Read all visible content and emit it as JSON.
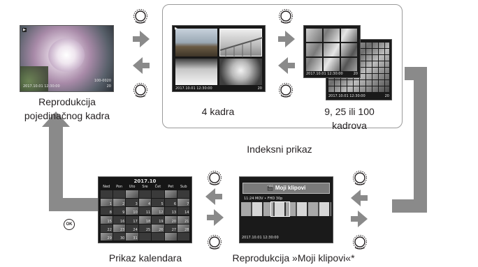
{
  "labels": {
    "single_line1": "Reprodukcija",
    "single_line2": "pojedinačnog kadra",
    "four": "4 kadra",
    "multi_line1": "9, 25 ili 100",
    "multi_line2": "kadrova",
    "index": "Indeksni prikaz",
    "calendar": "Prikaz kalendara",
    "myclips": "Reprodukcija »Moji klipovi«*"
  },
  "screens": {
    "single": {
      "datetime": "2017.10.01 12:30:00",
      "counter": "20",
      "file_info": "100-0020"
    },
    "four": {
      "datetime": "2017.10.01 12:30:00",
      "counter": "20"
    },
    "multi_a": {
      "datetime": "2017.10.01 12:30:00",
      "counter": "20"
    },
    "multi_b": {
      "datetime": "2017.10.01 12:30:00",
      "counter": "20"
    },
    "calendar": {
      "month": "2017.10",
      "weekdays": [
        "Ned",
        "Pon",
        "Uto",
        "Sre",
        "Čet",
        "Pet",
        "Sub"
      ],
      "weeks": [
        [
          "",
          "",
          "",
          "",
          "",
          "",
          ""
        ],
        [
          "1",
          "2",
          "3",
          "4",
          "5",
          "6",
          "7"
        ],
        [
          "8",
          "9",
          "10",
          "11",
          "12",
          "13",
          "14"
        ],
        [
          "15",
          "16",
          "17",
          "18",
          "19",
          "20",
          "21"
        ],
        [
          "22",
          "23",
          "24",
          "25",
          "26",
          "27",
          "28"
        ],
        [
          "29",
          "30",
          "31",
          "",
          "",
          "",
          ""
        ]
      ]
    },
    "myclips": {
      "title": "Moji klipovi",
      "info": "11:24 MOV • FHD 30p",
      "datetime": "2017.10.01 12:30:00"
    }
  },
  "ok_label": "OK"
}
